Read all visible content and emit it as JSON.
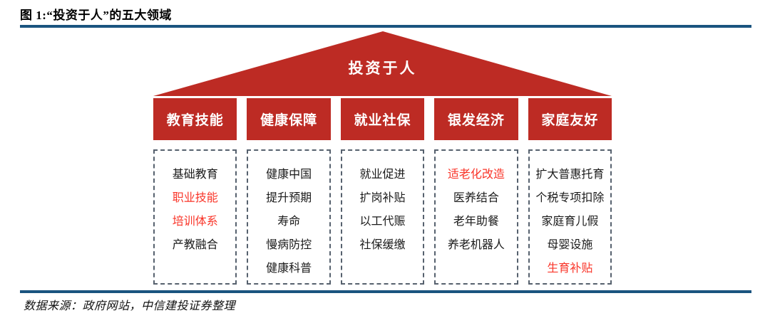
{
  "figure": {
    "title": "图 1:“投资于人”的五大领域",
    "source": "数据来源：政府网站，中信建投证券整理"
  },
  "roof": {
    "label": "投资于人"
  },
  "columns": [
    {
      "header": "教育技能",
      "items": [
        {
          "text": "基础教育",
          "highlight": false
        },
        {
          "text": "职业技能",
          "highlight": true
        },
        {
          "text": "培训体系",
          "highlight": true
        },
        {
          "text": "产教融合",
          "highlight": false
        }
      ]
    },
    {
      "header": "健康保障",
      "items": [
        {
          "text": "健康中国",
          "highlight": false
        },
        {
          "text": "提升预期",
          "highlight": false
        },
        {
          "text": "寿命",
          "highlight": false
        },
        {
          "text": "慢病防控",
          "highlight": false
        },
        {
          "text": "健康科普",
          "highlight": false
        }
      ]
    },
    {
      "header": "就业社保",
      "items": [
        {
          "text": "就业促进",
          "highlight": false
        },
        {
          "text": "扩岗补贴",
          "highlight": false
        },
        {
          "text": "以工代赈",
          "highlight": false
        },
        {
          "text": "社保缓缴",
          "highlight": false
        }
      ]
    },
    {
      "header": "银发经济",
      "items": [
        {
          "text": "适老化改造",
          "highlight": true
        },
        {
          "text": "医养结合",
          "highlight": false
        },
        {
          "text": "老年助餐",
          "highlight": false
        },
        {
          "text": "养老机器人",
          "highlight": false
        }
      ]
    },
    {
      "header": "家庭友好",
      "items": [
        {
          "text": "扩大普惠托育",
          "highlight": false
        },
        {
          "text": "个税专项扣除",
          "highlight": false
        },
        {
          "text": "家庭育儿假",
          "highlight": false
        },
        {
          "text": "母婴设施",
          "highlight": false
        },
        {
          "text": "生育补贴",
          "highlight": true
        }
      ]
    }
  ],
  "colors": {
    "brand_red": "#BD2B24",
    "highlight_red": "#F93428",
    "rule_blue": "#1A547F",
    "dashed_border": "#56616E"
  }
}
